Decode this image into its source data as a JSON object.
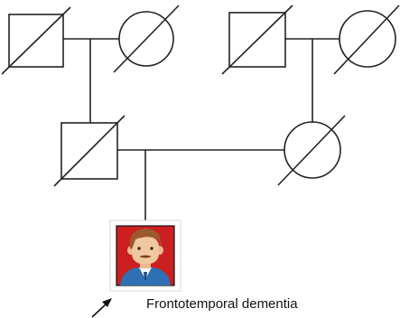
{
  "proband": {
    "condition_label": "Frontotemporal dementia",
    "box_color": "#cc1f1f"
  },
  "individuals": [
    {
      "id": "paternal-grandfather",
      "sex": "male",
      "deceased": true
    },
    {
      "id": "paternal-grandmother",
      "sex": "female",
      "deceased": true
    },
    {
      "id": "maternal-grandfather",
      "sex": "male",
      "deceased": true
    },
    {
      "id": "maternal-grandmother",
      "sex": "female",
      "deceased": true
    },
    {
      "id": "father",
      "sex": "male",
      "deceased": true
    },
    {
      "id": "mother",
      "sex": "female",
      "deceased": true
    },
    {
      "id": "proband",
      "sex": "male",
      "deceased": false,
      "affected": true
    }
  ]
}
